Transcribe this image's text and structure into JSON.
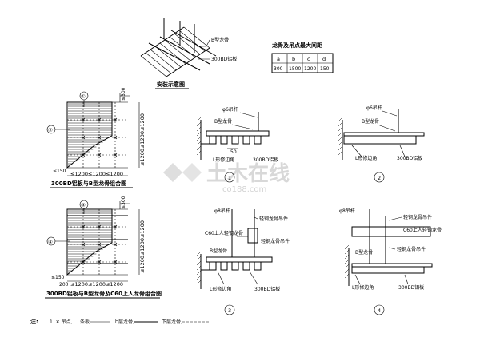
{
  "install_diagram": {
    "label_b_keel": "B型龙骨",
    "label_panel": "300BD铝板",
    "caption": "安装示意图"
  },
  "spacing_table": {
    "title": "龙骨及吊点最大间距",
    "headers": [
      "a",
      "b",
      "c",
      "d"
    ],
    "values": [
      "300",
      "1500",
      "1200",
      "150"
    ]
  },
  "plan_top": {
    "circle1": "①",
    "circle2": "②",
    "dim_a": "≤300",
    "dim_vertical": "≤1200≤1200≤1200",
    "dim_bottom_left": "≤150",
    "dim_horizontal": "≤1200≤1200≤1200",
    "caption": "300BD铝板与B型龙骨组合图"
  },
  "plan_bottom": {
    "circle1": "③",
    "circle2": "④",
    "dim_a": "≤300",
    "dim_vertical": "≤1200≤1200≤1200",
    "dim_bottom_left": "≤150",
    "dim_small": "200",
    "dim_horizontal": "≤1200≤1200≤1200",
    "caption": "300BD铝板与B型龙骨及C60上人龙骨组合图"
  },
  "detail1": {
    "rod": "φ6吊杆",
    "keel": "B型龙骨",
    "dim": "50",
    "angle": "L形修边角",
    "panel": "300BD铝板",
    "number": "1"
  },
  "detail2": {
    "rod": "φ6吊杆",
    "keel": "B型龙骨",
    "angle": "L形修边角",
    "panel": "300BD铝板",
    "number": "2"
  },
  "detail3": {
    "rod": "φ8吊杆",
    "hanger1": "轻钢龙骨吊件",
    "c60": "C60上人轻钢龙骨",
    "hanger2": "轻钢龙骨吊件",
    "keel": "B型龙骨",
    "angle": "L形修边角",
    "panel": "300BD铝板",
    "number": "3"
  },
  "detail4": {
    "rod": "φ8吊杆",
    "hanger1": "轻钢龙骨吊件",
    "c60": "C60上人轻钢龙骨",
    "keel": "B型龙骨",
    "hanger2": "轻钢龙骨吊件",
    "angle": "L形修边角",
    "panel": "300BD铝板",
    "number": "4"
  },
  "notes": {
    "prefix": "注:",
    "item": "1. ✕ 吊点,",
    "panel": "条板",
    "upper": "上层龙骨,",
    "lower": "下层龙骨,"
  },
  "watermark": {
    "main": "土木在线",
    "sub": "co188.com"
  }
}
